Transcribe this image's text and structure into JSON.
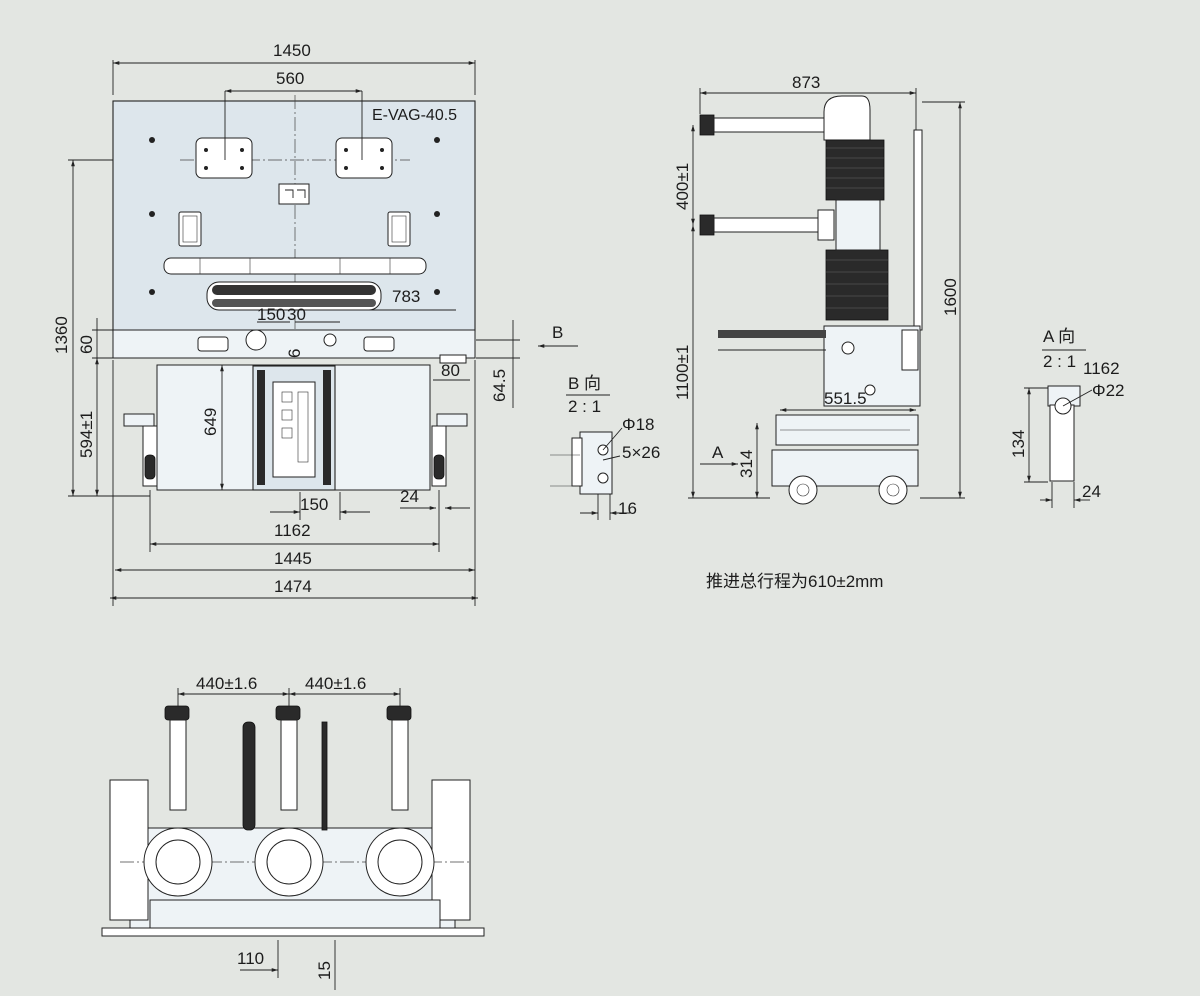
{
  "model_label": "E-VAG-40.5",
  "front_view": {
    "dim_total_width": "1450",
    "dim_pole_spacing": "560",
    "dim_height": "1360",
    "dim_60": "60",
    "dim_594": "594±1",
    "dim_649": "649",
    "dim_783": "783",
    "dim_150_a": "150",
    "dim_30": "30",
    "dim_6": "6",
    "dim_80": "80",
    "dim_64_5": "64.5",
    "dim_150_b": "150",
    "dim_24": "24",
    "dim_1162": "1162",
    "dim_1445": "1445",
    "dim_1474": "1474",
    "view_arrow_b": "B"
  },
  "side_view": {
    "dim_873": "873",
    "dim_400": "400±1",
    "dim_1100": "1100±1",
    "dim_1600": "1600",
    "dim_551": "551.5",
    "dim_314": "314",
    "view_arrow_a": "A",
    "travel_note": "推进总行程为610±2mm"
  },
  "detail_b": {
    "title": "B 向",
    "scale": "2 : 1",
    "dim_phi18": "Φ18",
    "dim_5x26": "5×26",
    "dim_16": "16"
  },
  "detail_a": {
    "title": "A 向",
    "scale": "2 : 1",
    "dim_1162": "1162",
    "dim_phi22": "Φ22",
    "dim_134": "134",
    "dim_24": "24"
  },
  "top_view": {
    "dim_440_left": "440±1.6",
    "dim_440_right": "440±1.6",
    "dim_110": "110",
    "dim_15": "15"
  }
}
